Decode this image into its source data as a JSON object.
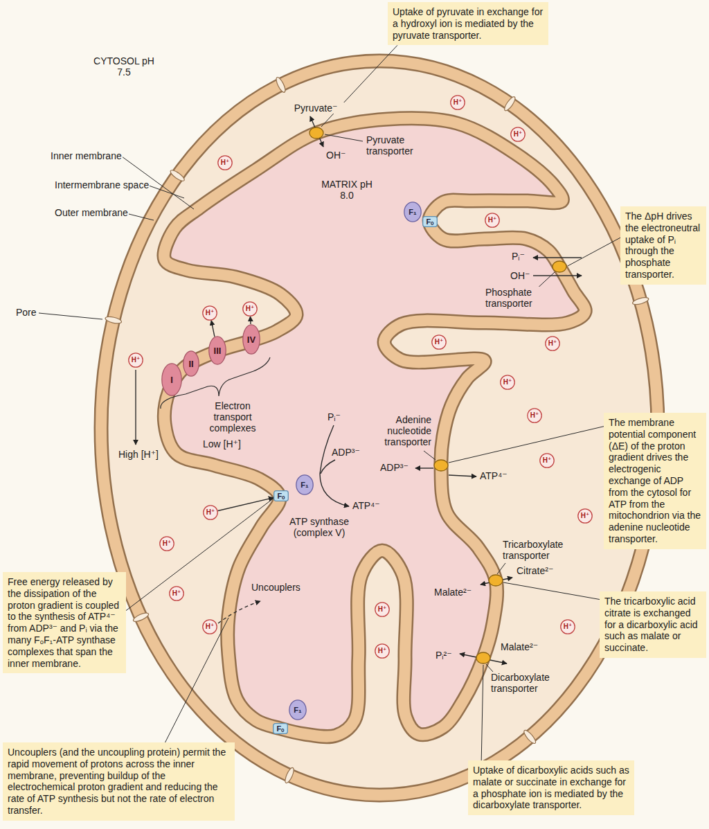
{
  "diagram": {
    "nodes": [
      {
        "text": [
          "Uptake of pyruvate in exchange for a hydroxyl ion is mediated by the pyruvate transporter."
        ]
      },
      {
        "text": [
          "The ΔpH drives the electroneutral uptake of Pᵢ through the phosphate transporter."
        ]
      },
      {
        "text": [
          "The membrane potential component (ΔE) of the proton gradient drives the electrogenic exchange of ADP from the cytosol for ATP from the mitochondrion via the adenine nucleotide transporter."
        ]
      },
      {
        "text": [
          "The tricarboxylic acid citrate is exchanged for a dicarboxylic acid such as malate or succinate."
        ]
      },
      {
        "text": [
          "Free energy released by the dissipation of the proton gradient is coupled to the synthesis of ATP⁴⁻ from ADP³⁻ and Pᵢ via the many FₒF₁-ATP synthase complexes that span the inner membrane."
        ]
      },
      {
        "text": [
          "Uncouplers (and the uncoupling protein) permit the rapid movement of protons across the inner membrane, preventing buildup of the electrochemical proton gradient and reducing the rate of ATP synthesis but not the rate of electron transfer."
        ]
      },
      {
        "text": [
          "Uptake of dicarboxylic acids such as malate or succinate in exchange for a phosphate ion is mediated by the dicarboxylate transporter."
        ]
      },
      {
        "text": [
          "I"
        ]
      },
      {
        "text": [
          "II"
        ]
      },
      {
        "text": [
          "III"
        ]
      },
      {
        "text": [
          "IV"
        ]
      },
      {
        "text": [
          "F₁"
        ]
      },
      {
        "text": [
          "Fₒ"
        ]
      },
      {
        "text": [
          "Fₒ"
        ]
      },
      {
        "text": [
          "F₁"
        ]
      },
      {
        "text": [
          "F₁"
        ]
      },
      {
        "text": [
          "Fₒ"
        ]
      },
      {
        "text": [
          "H⁺"
        ]
      },
      {
        "text": [
          "H⁺"
        ]
      },
      {
        "text": [
          "H⁺"
        ]
      },
      {
        "text": [
          "H⁺"
        ]
      },
      {
        "text": [
          "H⁺"
        ]
      },
      {
        "text": [
          "H⁺"
        ]
      },
      {
        "text": [
          "H⁺"
        ]
      },
      {
        "text": [
          "H⁺"
        ]
      },
      {
        "text": [
          "H⁺"
        ]
      },
      {
        "text": [
          "H⁺"
        ]
      },
      {
        "text": [
          "H⁺"
        ]
      },
      {
        "text": [
          "H⁺"
        ]
      },
      {
        "text": [
          "H⁺"
        ]
      },
      {
        "text": [
          "H⁺"
        ]
      },
      {
        "text": [
          "H⁺"
        ]
      },
      {
        "text": [
          "H⁺"
        ]
      },
      {
        "text": [
          "H⁺"
        ]
      },
      {
        "text": [
          "H⁺"
        ]
      },
      {
        "text": [
          "H⁺"
        ]
      },
      {
        "text": [
          "H⁺"
        ]
      }
    ],
    "edges": [
      {
        "from": 9,
        "to": 28,
        "arrow": "to"
      },
      {
        "from": 10,
        "to": 29,
        "arrow": "to"
      },
      {
        "from": 30,
        "to": 13,
        "arrow": "to"
      }
    ],
    "labels": [
      "CYTOSOL pH 7.5",
      "MATRIX pH 8.0",
      "Inner membrane",
      "Intermembrane space",
      "Outer membrane",
      "Pore",
      "Pyruvate⁻",
      "OH⁻",
      "Pyruvate transporter",
      "Pᵢ⁻",
      "OH⁻",
      "Phosphate transporter",
      "Electron transport complexes",
      "Low [H⁺]",
      "High [H⁺]",
      "Pᵢ⁻",
      "ADP³⁻",
      "ATP⁴⁻",
      "ATP synthase (complex V)",
      "Adenine nucleotide transporter",
      "ADP³⁻",
      "ATP⁴⁻",
      "Uncouplers",
      "Tricarboxylate transporter",
      "Malate²⁻",
      "Citrate²⁻",
      "Pᵢ²⁻",
      "Malate²⁻",
      "Dicarboxylate transporter"
    ]
  }
}
